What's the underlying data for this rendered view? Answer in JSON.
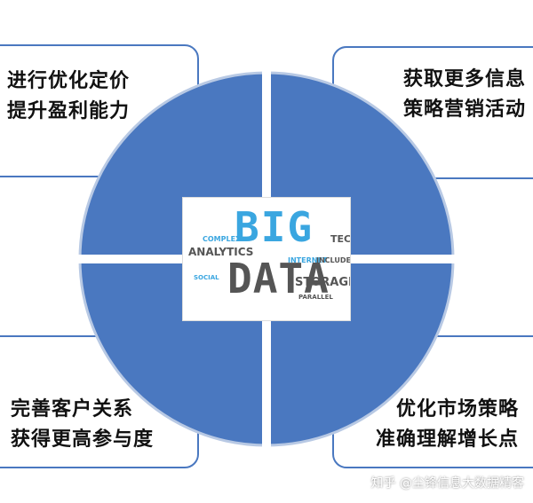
{
  "quadrants": {
    "top_left": {
      "line1": "进行优化定价",
      "line2": "提升盈利能力"
    },
    "top_right": {
      "line1": "获取更多信息",
      "line2": "策略营销活动"
    },
    "bottom_left": {
      "line1": "完善客户关系",
      "line2": "获得更高参与度"
    },
    "bottom_right": {
      "line1": "优化市场策略",
      "line2": "准确理解增长点"
    }
  },
  "center_image": {
    "big": "BIG",
    "data": "DATA",
    "words": {
      "analytics": "ANALYTICS",
      "storage": "STORAGE",
      "tech": "TECH",
      "complex": "COMPLEX",
      "internet": "INTERNET",
      "include": "INCLUDE",
      "parallel": "PARALLEL",
      "social": "SOCIAL"
    }
  },
  "watermark": "知乎 @尘锋信息大数据精客",
  "colors": {
    "circle": "#4a78c0",
    "box_border": "#4a78c0",
    "big_text": "#3aa6e0",
    "data_text": "#555555"
  }
}
